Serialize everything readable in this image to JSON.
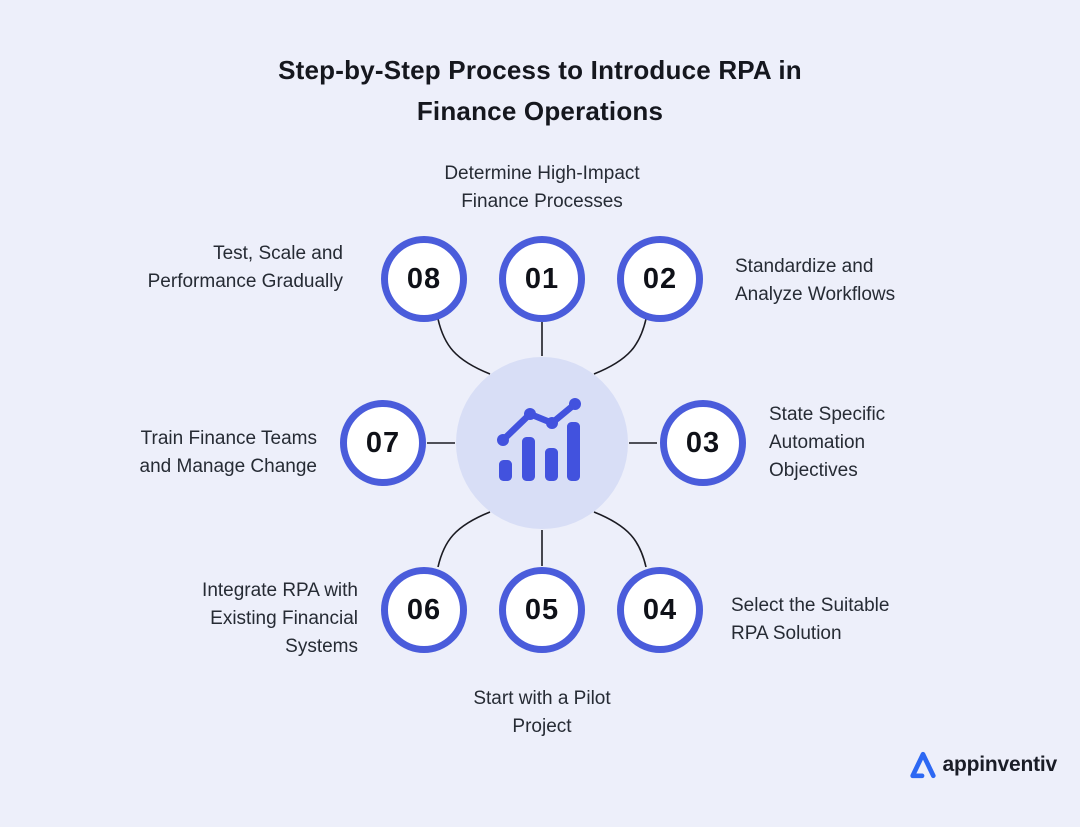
{
  "title": {
    "lines": [
      "Step-by-Step Process to Introduce RPA in",
      "Finance Operations"
    ]
  },
  "center": {
    "icon": "bar-chart-trend-icon"
  },
  "steps": [
    {
      "number": "01",
      "label": "Determine High-Impact Finance Processes",
      "position": "top-center"
    },
    {
      "number": "02",
      "label": "Standardize and Analyze Workflows",
      "position": "top-right"
    },
    {
      "number": "03",
      "label": "State Specific Automation Objectives",
      "position": "right"
    },
    {
      "number": "04",
      "label": "Select the Suitable RPA Solution",
      "position": "bottom-right"
    },
    {
      "number": "05",
      "label": "Start with a Pilot Project",
      "position": "bottom-center"
    },
    {
      "number": "06",
      "label": "Integrate RPA with Existing Financial Systems",
      "position": "bottom-left"
    },
    {
      "number": "07",
      "label": "Train Finance Teams and Manage Change",
      "position": "left"
    },
    {
      "number": "08",
      "label": "Test, Scale and Performance Gradually",
      "position": "top-left"
    }
  ],
  "logo": {
    "brand": "appinventiv"
  },
  "colors": {
    "background": "#edeffa",
    "circle_border": "#4a5cdb",
    "circle_fill": "#ffffff",
    "center_circle_fill": "#d8def6",
    "icon_blue": "#4252de",
    "connector": "#1b1b22",
    "title_text": "#15171e",
    "label_text": "#262b34",
    "logo_blue": "#2d68f3",
    "logo_text": "#1a1d27"
  }
}
